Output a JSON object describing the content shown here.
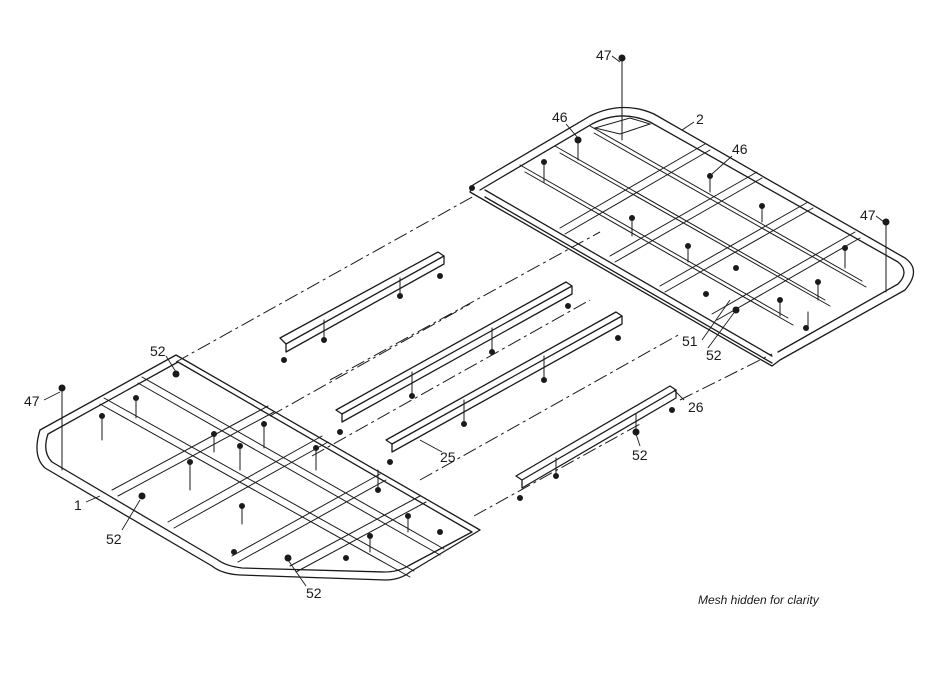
{
  "callouts": {
    "c47_top": "47",
    "c2": "2",
    "c46_left": "46",
    "c46_right": "46",
    "c47_right": "47",
    "c51": "51",
    "c52_right": "52",
    "c26": "26",
    "c52_bar": "52",
    "c25": "25",
    "c52_top_left": "52",
    "c47_left": "47",
    "c1": "1",
    "c52_bottom_left": "52",
    "c52_bottom": "52"
  },
  "note": "Mesh hidden for clarity"
}
